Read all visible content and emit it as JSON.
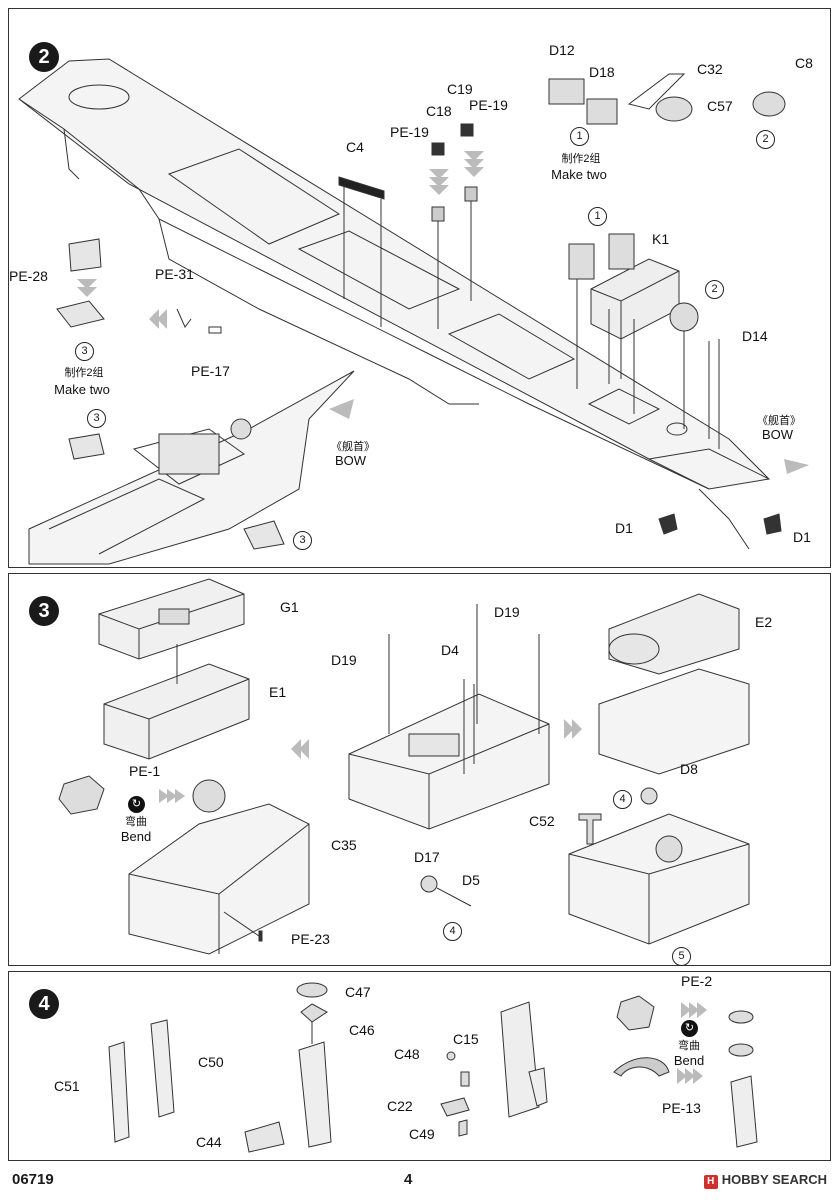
{
  "footer": {
    "code": "06719",
    "page_number": "4",
    "watermark": "HOBBY SEARCH"
  },
  "step2": {
    "number": "2",
    "labels": {
      "d12": "D12",
      "d18": "D18",
      "c32": "C32",
      "c8": "C8",
      "c57": "C57",
      "c19": "C19",
      "c18": "C18",
      "pe19a": "PE-19",
      "pe19b": "PE-19",
      "c4": "C4",
      "k1": "K1",
      "d14": "D14",
      "pe28": "PE-28",
      "pe31": "PE-31",
      "pe17": "PE-17",
      "d1a": "D1",
      "d1b": "D1"
    },
    "make_two_cn": "制作2组",
    "make_two_en": "Make  two",
    "make_two_cn2": "制作2组",
    "make_two_en2": "Make  two",
    "bow_cn": "《舰首》",
    "bow_en": "BOW",
    "bow_cn2": "《舰首》",
    "bow_en2": "BOW",
    "circ1a": "1",
    "circ1b": "1",
    "circ2a": "2",
    "circ2b": "2",
    "circ3a": "3",
    "circ3b": "3",
    "circ3c": "3"
  },
  "step3": {
    "number": "3",
    "labels": {
      "g1": "G1",
      "e1": "E1",
      "e2": "E2",
      "pe1": "PE-1",
      "d19a": "D19",
      "d19b": "D19",
      "d4": "D4",
      "d8": "D8",
      "c52": "C52",
      "c35": "C35",
      "d17": "D17",
      "d5": "D5",
      "pe23": "PE-23"
    },
    "bend_cn": "弯曲",
    "bend_en": "Bend",
    "circ4a": "4",
    "circ4b": "4",
    "circ5": "5"
  },
  "step4": {
    "number": "4",
    "labels": {
      "c47": "C47",
      "c46": "C46",
      "c50": "C50",
      "c51": "C51",
      "c44": "C44",
      "c48": "C48",
      "c15": "C15",
      "c22": "C22",
      "c49": "C49",
      "pe2": "PE-2",
      "pe13": "PE-13"
    },
    "bend_cn": "弯曲",
    "bend_en": "Bend"
  }
}
